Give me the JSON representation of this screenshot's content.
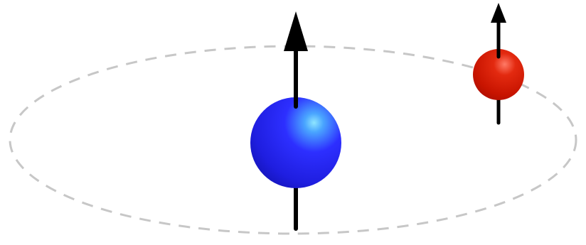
{
  "diagram": {
    "orbit": {
      "stroke": "#c7c7c7",
      "style": "dashed"
    },
    "central_particle": {
      "color": "#2a2cff",
      "highlight": "#7fdcff",
      "spin": "up"
    },
    "orbiting_particle": {
      "color": "#d21a00",
      "highlight": "#ff6a55",
      "spin": "up"
    },
    "spin_arrow_color": "#000000"
  }
}
